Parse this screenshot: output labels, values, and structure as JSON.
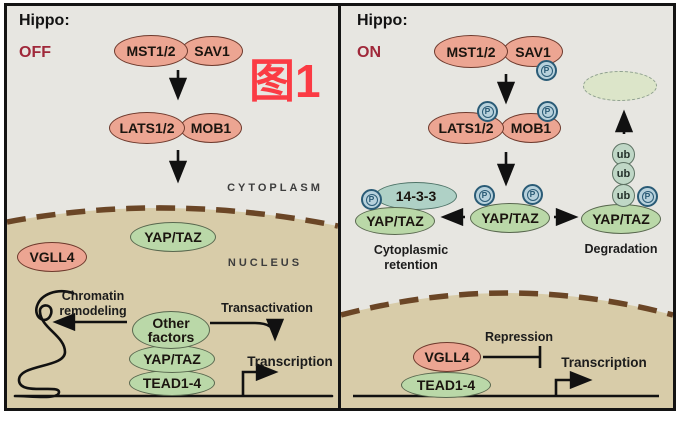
{
  "figure": {
    "watermark": "图1",
    "left": {
      "title": "Hippo:",
      "state": "OFF",
      "mst": "MST1/2",
      "sav": "SAV1",
      "lats": "LATS1/2",
      "mob": "MOB1",
      "cytoplasm": "CYTOPLASM",
      "nucleus": "NUCLEUS",
      "yaptaz_free": "YAP/TAZ",
      "vgll4": "VGLL4",
      "chromatin_remodeling": "Chromatin remodeling",
      "transactivation": "Transactivation",
      "other_factors": "Other factors",
      "yaptaz_complex": "YAP/TAZ",
      "tead": "TEAD1-4",
      "transcription": "Transcription"
    },
    "right": {
      "title": "Hippo:",
      "state": "ON",
      "mst": "MST1/2",
      "sav": "SAV1",
      "lats": "LATS1/2",
      "mob": "MOB1",
      "p": "P",
      "ub": "ub",
      "fourteen_three_three": "14-3-3",
      "yaptaz_retained": "YAP/TAZ",
      "yaptaz_phospho": "YAP/TAZ",
      "yaptaz_ubiquitinated": "YAP/TAZ",
      "cytoplasmic_retention": "Cytoplasmic retention",
      "degradation": "Degradation",
      "vgll4": "VGLL4",
      "tead": "TEAD1-4",
      "repression": "Repression",
      "transcription": "Transcription"
    },
    "colors": {
      "salmon_oval": "#ECA592",
      "green_oval": "#BAD8A8",
      "teal_oval": "#AFD1C6",
      "phospho_fill": "#B7D1DC",
      "phospho_ring": "#2A5B76",
      "nucleus_tan": "#D8CCA9",
      "cytoplasm_gray": "#E7E6E1",
      "membrane_brown": "#6B4626",
      "state_red": "#A0283A",
      "watermark_red": "#FB3B44"
    }
  }
}
